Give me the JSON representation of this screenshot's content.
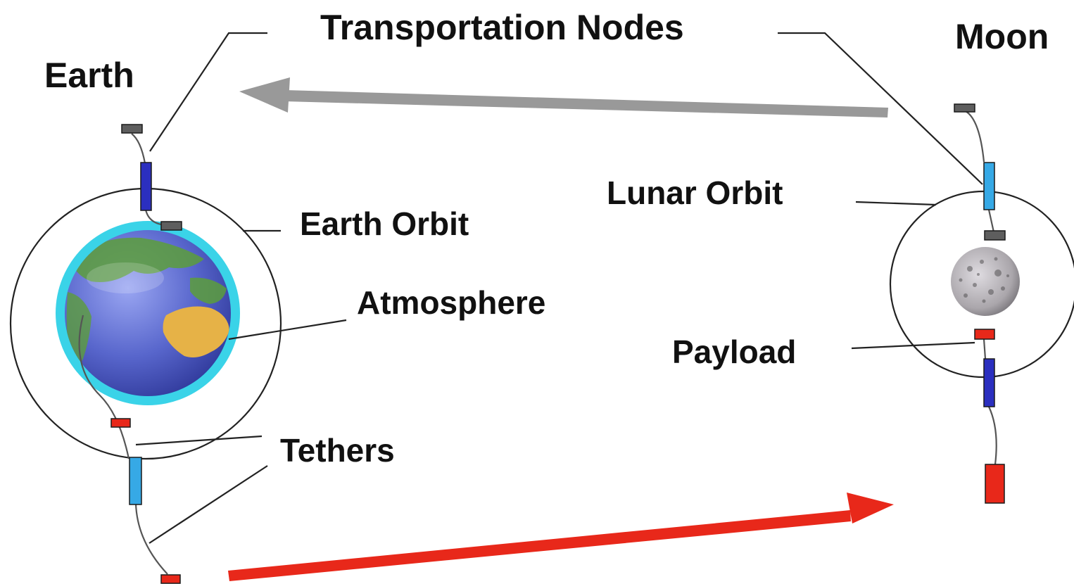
{
  "labels": {
    "transportation_nodes": "Transportation Nodes",
    "earth": "Earth",
    "moon": "Moon",
    "earth_orbit": "Earth Orbit",
    "atmosphere": "Atmosphere",
    "lunar_orbit": "Lunar Orbit",
    "payload": "Payload",
    "tethers": "Tethers"
  },
  "colors": {
    "return_arrow": "#999999",
    "outbound_arrow": "#e8281a",
    "atmosphere": "#3ad3e8",
    "earth_node": "#2b2fbf",
    "lunar_node": "#36a9e6",
    "payload": "#e8281a",
    "counterweight": "#5e5e5e",
    "ocean": "#5a68cf",
    "land": "#e6b247",
    "vegetation": "#5c9e3b",
    "moon": "#b7b3b7"
  }
}
